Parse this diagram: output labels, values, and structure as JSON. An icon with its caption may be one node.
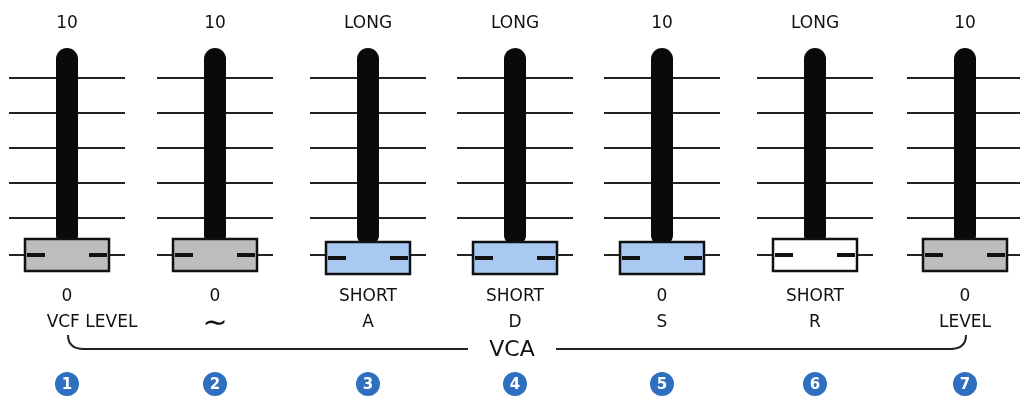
{
  "diagram": {
    "labels": [
      "10",
      "10",
      "LONG",
      "LONG",
      "10",
      "LONG",
      "10",
      "0",
      "0",
      "SHORT",
      "SHORT",
      "0",
      "SHORT",
      "0",
      "VCF LEVEL",
      "∼",
      "A",
      "D",
      "S",
      "R",
      "LEVEL",
      "VCA",
      "1",
      "2",
      "3",
      "4",
      "5",
      "6",
      "7"
    ]
  }
}
